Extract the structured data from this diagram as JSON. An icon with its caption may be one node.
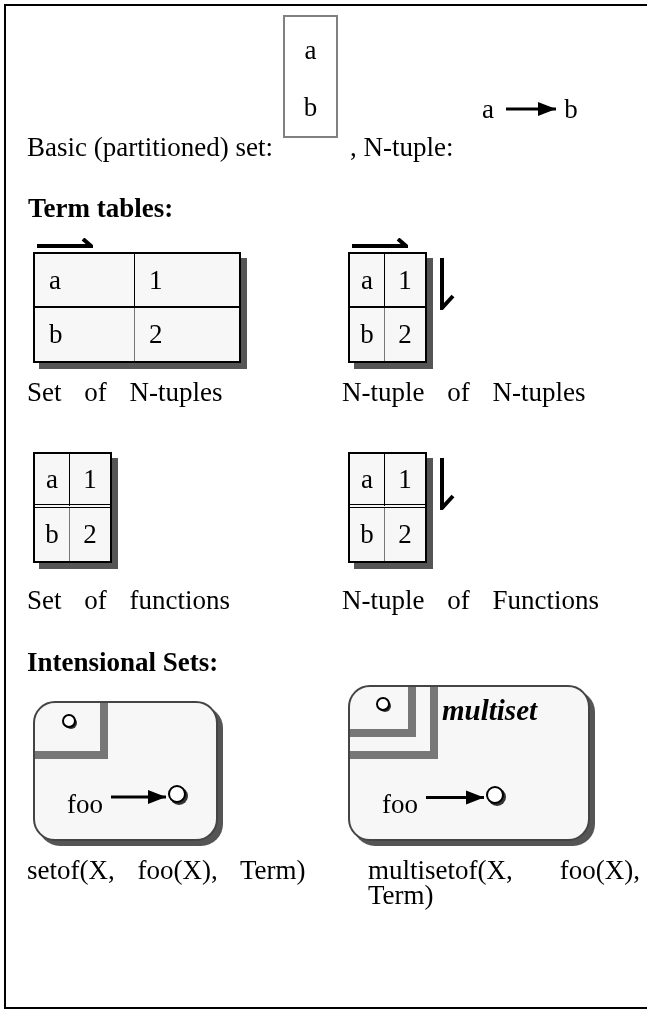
{
  "diagram": {
    "nodes": [
      {
        "text": [
          "a",
          "b"
        ]
      },
      {
        "text": [
          "a"
        ]
      },
      {
        "text": [
          "b"
        ]
      },
      {
        "text": [
          "a",
          "1",
          "b",
          "2"
        ],
        "beside": [
          "Set of N-tuples"
        ]
      },
      {
        "text": [
          "a",
          "1",
          "b",
          "2"
        ],
        "beside": [
          "N-tuple of N-tuples"
        ]
      },
      {
        "text": [
          "a",
          "1",
          "b",
          "2"
        ],
        "beside": [
          "Set of functions"
        ]
      },
      {
        "text": [
          "a",
          "1",
          "b",
          "2"
        ],
        "beside": [
          "N-tuple of Functions"
        ]
      },
      {
        "text": [],
        "shape": "box",
        "beside": [
          "setof(X, foo(X), Term)"
        ]
      },
      {
        "text": [
          "foo"
        ],
        "in": 7
      },
      {
        "text": [],
        "shape": "circle",
        "in": 7
      },
      {
        "text": [
          "multiset"
        ],
        "beside": [
          "multisetof(X, foo(X), Term)"
        ]
      },
      {
        "text": [
          "foo"
        ],
        "in": 10
      },
      {
        "text": [],
        "shape": "circle",
        "in": 10
      }
    ],
    "edges": [
      {
        "from": 1,
        "to": 2,
        "arrow": "to"
      },
      {
        "from": 8,
        "to": 9,
        "arrow": "to"
      },
      {
        "from": 11,
        "to": 12,
        "arrow": "to"
      }
    ],
    "labels": [
      "Basic (partitioned) set:",
      ", N-tuple:",
      "Term tables:",
      "Intensional Sets:"
    ]
  }
}
